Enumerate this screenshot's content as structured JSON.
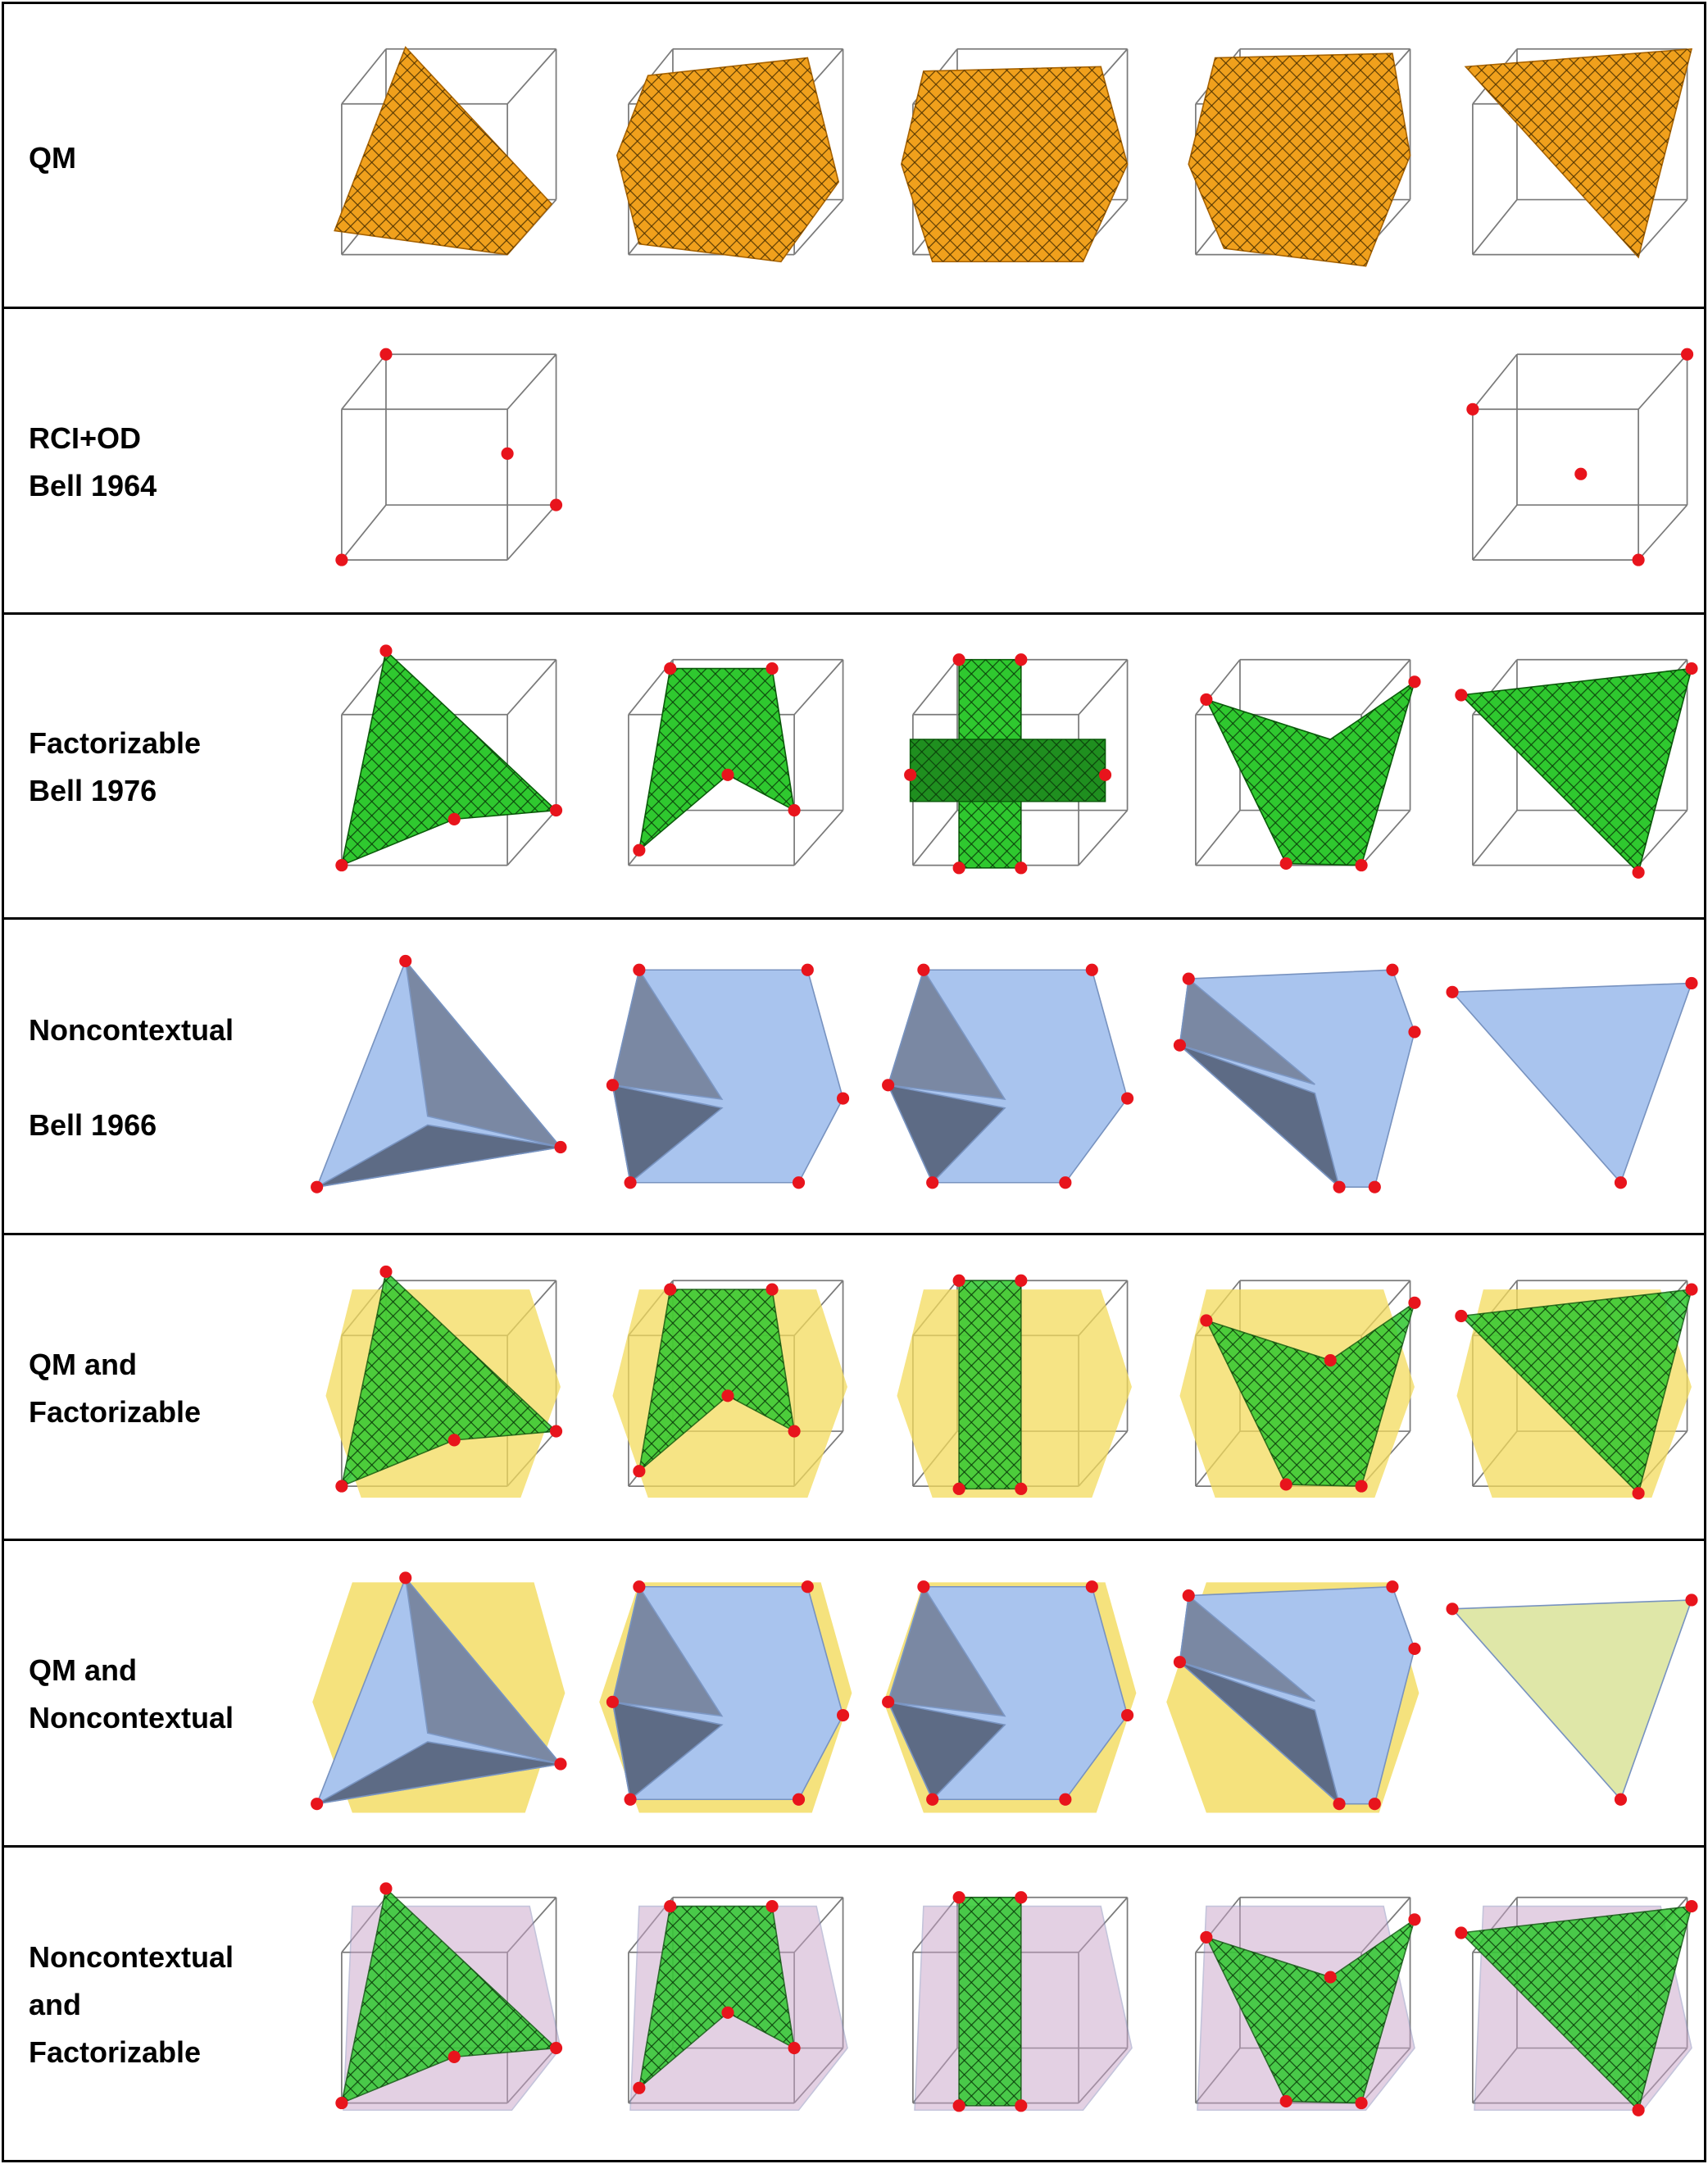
{
  "rows": [
    {
      "lines": [
        "QM"
      ],
      "style": "orange",
      "present": [
        true,
        true,
        true,
        true,
        true
      ]
    },
    {
      "lines": [
        "RCI+OD",
        "Bell 1964"
      ],
      "style": "dots",
      "present": [
        true,
        false,
        false,
        false,
        true
      ]
    },
    {
      "lines": [
        "Factorizable",
        "Bell 1976"
      ],
      "style": "green",
      "present": [
        true,
        true,
        true,
        true,
        true
      ]
    },
    {
      "lines": [
        "Noncontextual",
        "",
        "Bell 1966"
      ],
      "style": "polytope",
      "present": [
        true,
        true,
        true,
        true,
        true
      ]
    },
    {
      "lines": [
        "QM and",
        "Factorizable"
      ],
      "style": "yellow-green",
      "present": [
        true,
        true,
        true,
        true,
        true
      ]
    },
    {
      "lines": [
        "QM and",
        "Noncontextual"
      ],
      "style": "yellow-polytope",
      "present": [
        true,
        true,
        true,
        true,
        true
      ]
    },
    {
      "lines": [
        "Noncontextual",
        "and",
        "Factorizable"
      ],
      "style": "pink-green",
      "present": [
        true,
        true,
        true,
        true,
        true
      ]
    }
  ],
  "colors": {
    "orange": "#f0a01c",
    "green": "#2fc82f",
    "polytope": "#a9c4ee",
    "yellow": "#f3db5c",
    "red_dot": "#e8141c",
    "cube_edge": "#7a7a7a"
  }
}
